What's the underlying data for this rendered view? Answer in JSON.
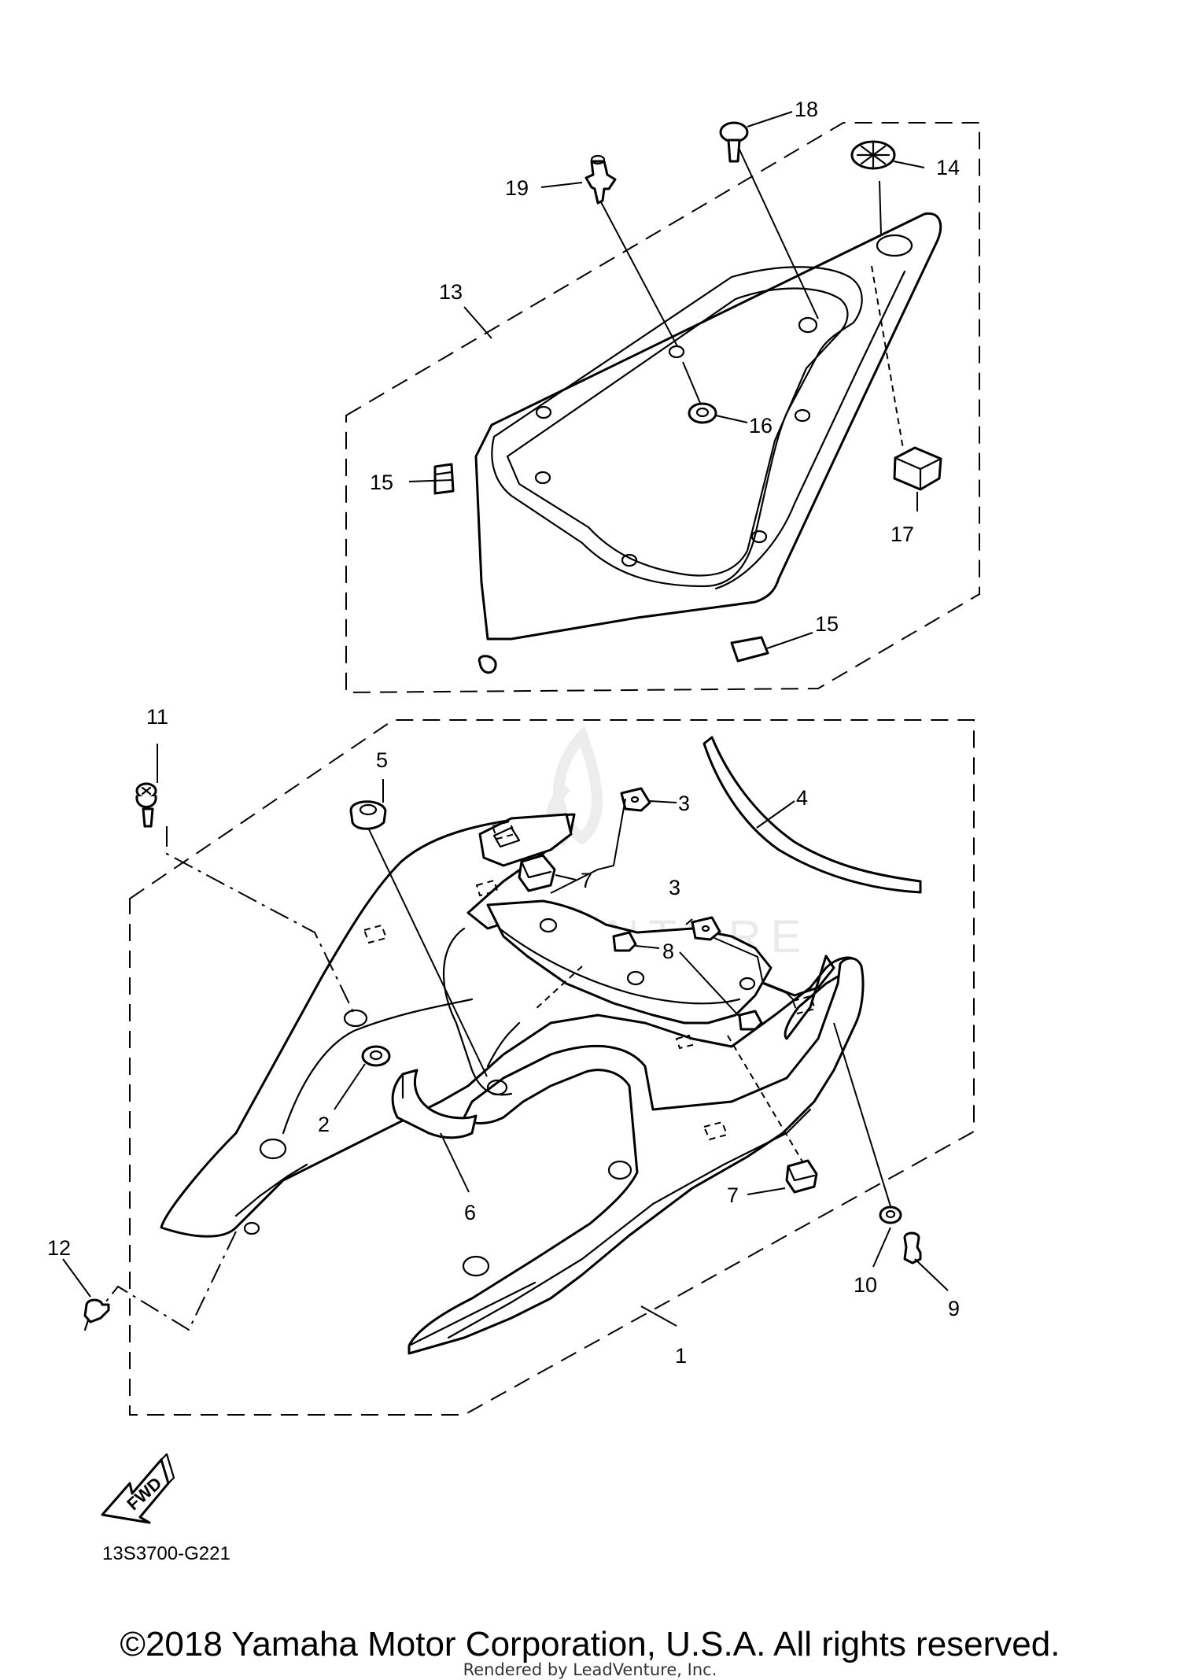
{
  "callouts": [
    {
      "id": "p1",
      "label": "1"
    },
    {
      "id": "p2",
      "label": "2"
    },
    {
      "id": "p3a",
      "label": "3"
    },
    {
      "id": "p3b",
      "label": "3"
    },
    {
      "id": "p4",
      "label": "4"
    },
    {
      "id": "p5",
      "label": "5"
    },
    {
      "id": "p6",
      "label": "6"
    },
    {
      "id": "p7a",
      "label": "7"
    },
    {
      "id": "p7b",
      "label": "7"
    },
    {
      "id": "p8",
      "label": "8"
    },
    {
      "id": "p9",
      "label": "9"
    },
    {
      "id": "p10",
      "label": "10"
    },
    {
      "id": "p11",
      "label": "11"
    },
    {
      "id": "p12",
      "label": "12"
    },
    {
      "id": "p13",
      "label": "13"
    },
    {
      "id": "p14",
      "label": "14"
    },
    {
      "id": "p15a",
      "label": "15"
    },
    {
      "id": "p15b",
      "label": "15"
    },
    {
      "id": "p16",
      "label": "16"
    },
    {
      "id": "p17",
      "label": "17"
    },
    {
      "id": "p18",
      "label": "18"
    },
    {
      "id": "p19",
      "label": "19"
    }
  ],
  "fwd_label": "FWD",
  "diagram_ref": "13S3700-G221",
  "watermark": "LEADVENTURE",
  "copyright": "©2018 Yamaha Motor Corporation, U.S.A. All rights reserved.",
  "rendered_by": "Rendered by LeadVenture, Inc."
}
